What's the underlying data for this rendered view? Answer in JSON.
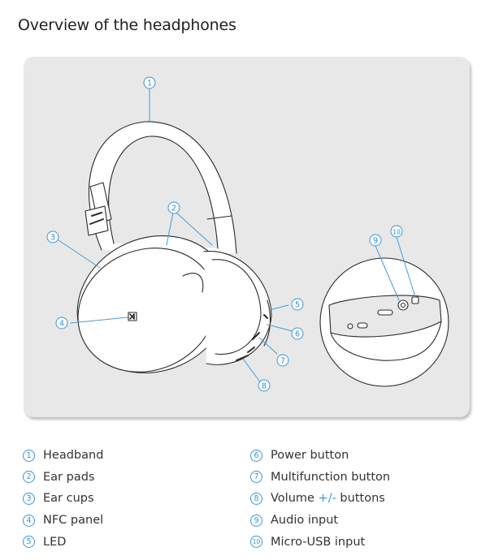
{
  "page": {
    "title": "Overview of the headphones"
  },
  "figure": {
    "callouts": [
      "1",
      "2",
      "3",
      "4",
      "5",
      "6",
      "7",
      "8",
      "9",
      "10"
    ]
  },
  "legend": {
    "left": [
      {
        "num": "1",
        "label": "Headband"
      },
      {
        "num": "2",
        "label": "Ear pads"
      },
      {
        "num": "3",
        "label": "Ear cups"
      },
      {
        "num": "4",
        "label": "NFC panel"
      },
      {
        "num": "5",
        "label": "LED"
      }
    ],
    "right": [
      {
        "num": "6",
        "label": "Power button"
      },
      {
        "num": "7",
        "label": "Multifunction button"
      },
      {
        "num": "8",
        "label_pre": "Volume ",
        "label_accent": "+/-",
        "label_post": " buttons"
      },
      {
        "num": "9",
        "label": "Audio input"
      },
      {
        "num": "10",
        "label": "Micro-USB input"
      }
    ]
  },
  "colors": {
    "accent": "#3a96d8",
    "panel": "#e8e8e8",
    "line": "#2b2b2b"
  }
}
